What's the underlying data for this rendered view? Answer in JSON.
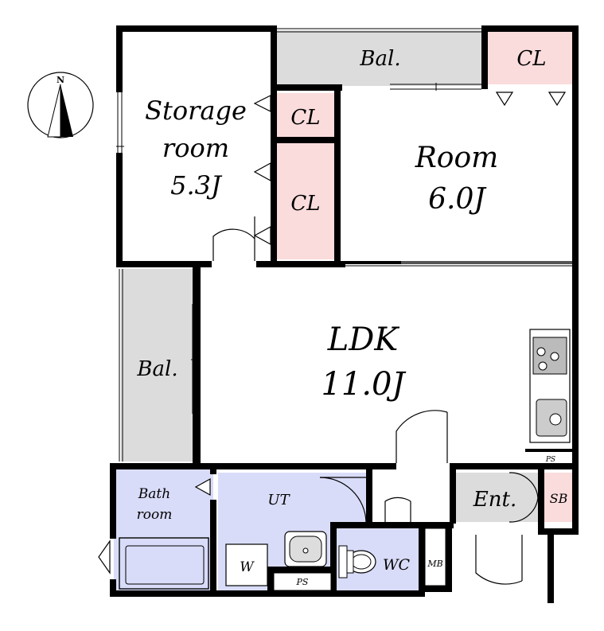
{
  "compass": {
    "label": "N"
  },
  "rooms": {
    "storage": {
      "line1": "Storage",
      "line2": "room",
      "line3": "5.3J"
    },
    "room": {
      "line1": "Room",
      "line2": "6.0J"
    },
    "ldk": {
      "line1": "LDK",
      "line2": "11.0J"
    },
    "bath": {
      "line1": "Bath",
      "line2": "room"
    }
  },
  "labels": {
    "bal_top": "Bal.",
    "bal_left": "Bal.",
    "cl_top_right": "CL",
    "cl_small": "CL",
    "cl_tall": "CL",
    "ut": "UT",
    "wc": "WC",
    "w": "W",
    "ps_bottom": "PS",
    "ps_right": "PS",
    "mb": "MB",
    "ent": "Ent.",
    "sb": "SB"
  },
  "colors": {
    "closet": "#fbdcdc",
    "balcony": "#dcdcdc",
    "wet_area": "#d9dcf8",
    "wall": "#000000"
  }
}
